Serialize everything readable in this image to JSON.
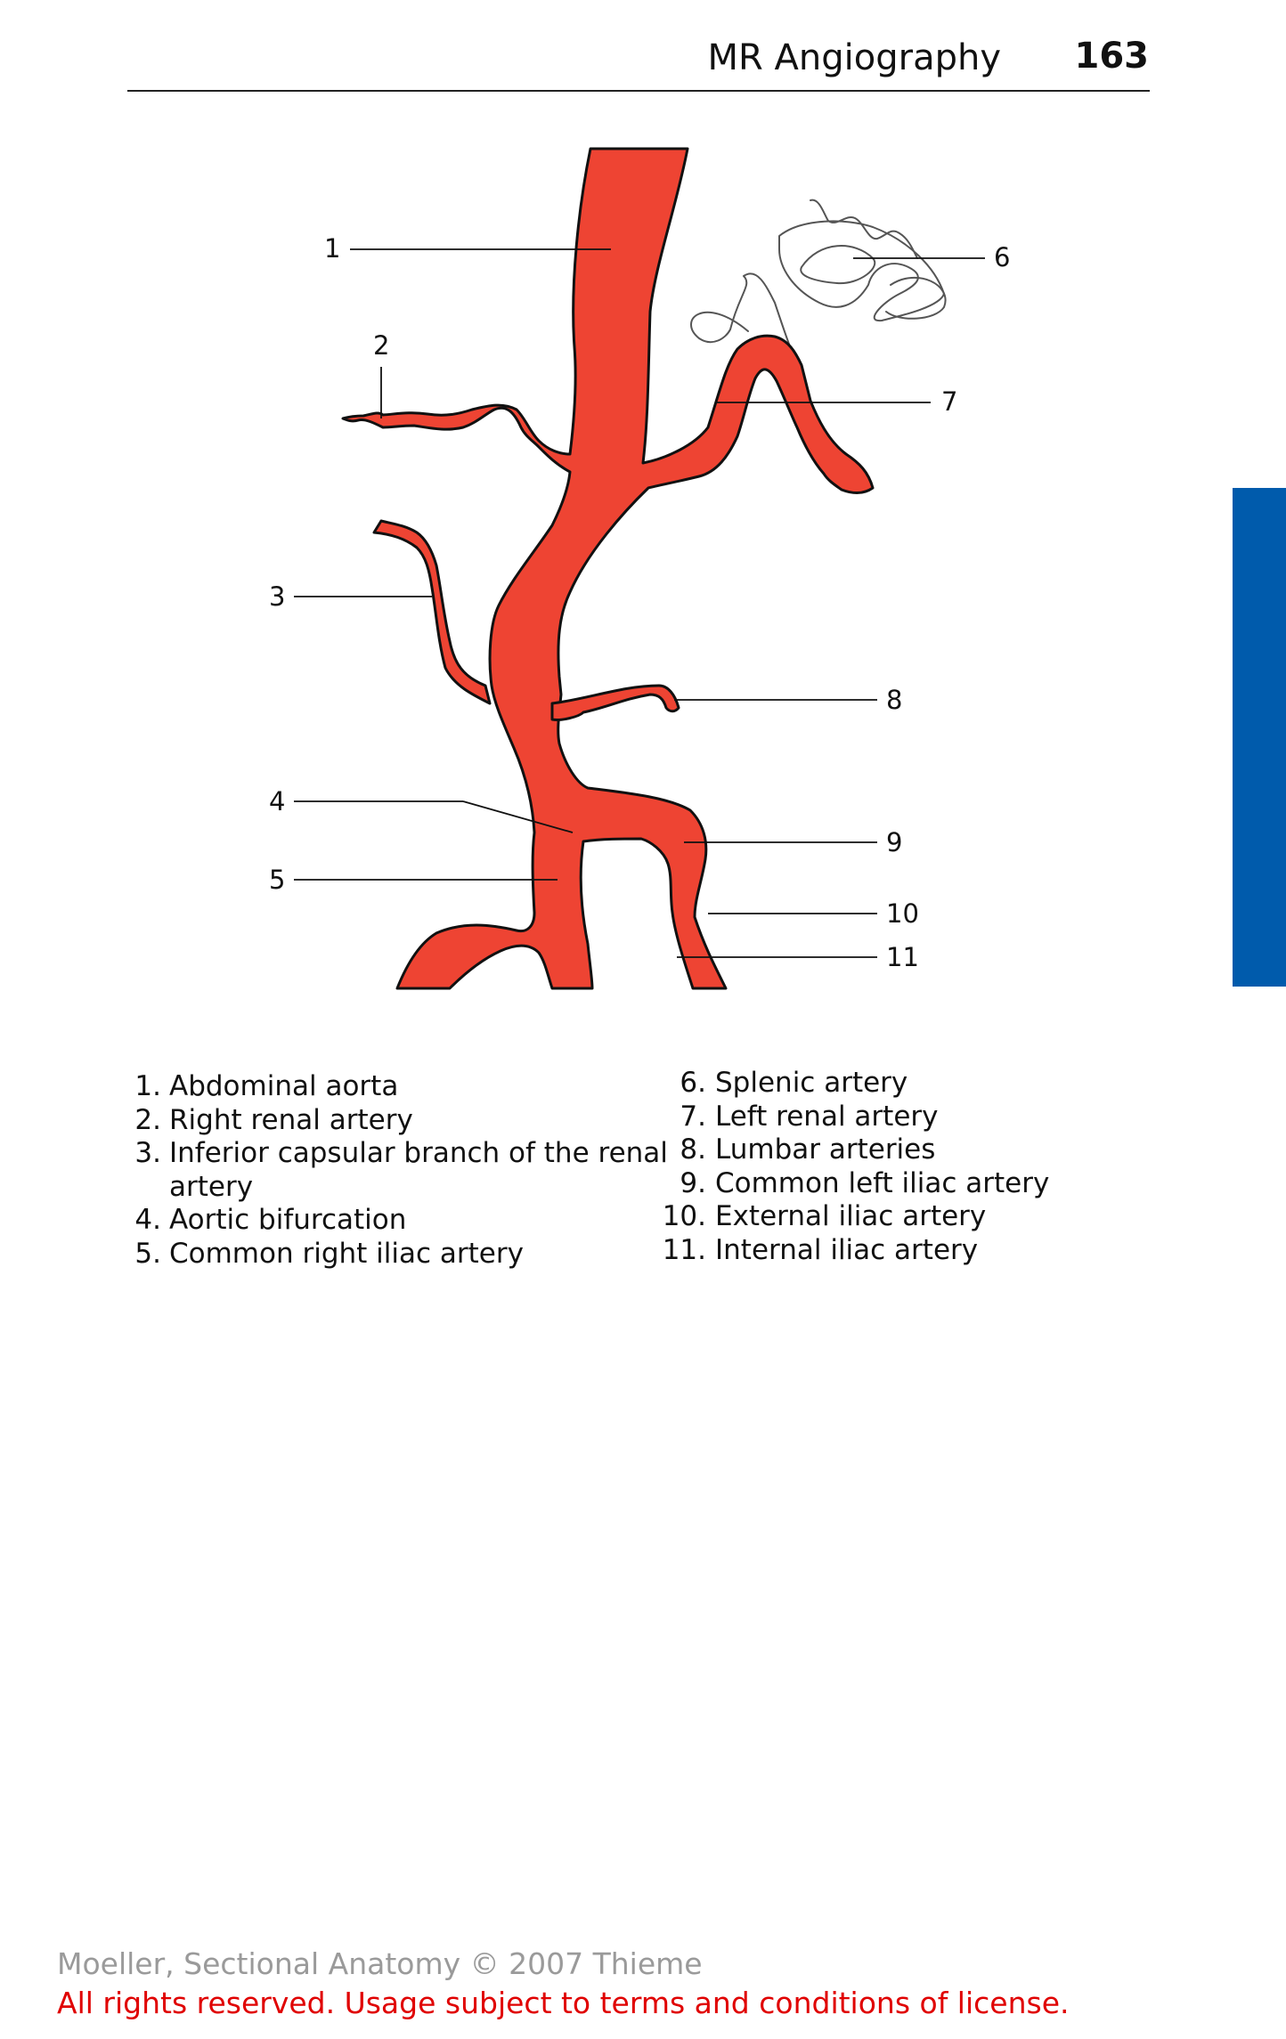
{
  "header": {
    "title": "MR Angiography",
    "page_number": "163"
  },
  "callouts": [
    "1",
    "2",
    "3",
    "4",
    "5",
    "6",
    "7",
    "8",
    "9",
    "10",
    "11"
  ],
  "legend_left": [
    {
      "num": "1.",
      "text": "Abdominal aorta"
    },
    {
      "num": "2.",
      "text": "Right renal artery"
    },
    {
      "num": "3.",
      "text": "Inferior capsular branch of the renal"
    },
    {
      "num": "",
      "text": "artery"
    },
    {
      "num": "4.",
      "text": "Aortic bifurcation"
    },
    {
      "num": "5.",
      "text": "Common right iliac artery"
    }
  ],
  "legend_right": [
    {
      "num": "6.",
      "text": "Splenic artery"
    },
    {
      "num": "7.",
      "text": "Left renal artery"
    },
    {
      "num": "8.",
      "text": "Lumbar arteries"
    },
    {
      "num": "9.",
      "text": "Common left iliac artery"
    },
    {
      "num": "10.",
      "text": "External iliac artery"
    },
    {
      "num": "11.",
      "text": "Internal iliac artery"
    }
  ],
  "footer": {
    "copyright": "Moeller, Sectional Anatomy © 2007 Thieme",
    "rights": "All rights reserved. Usage subject to terms and conditions of license."
  },
  "colors": {
    "artery": "#ee4433",
    "tab": "#005bac",
    "rights_text": "#e00000"
  }
}
